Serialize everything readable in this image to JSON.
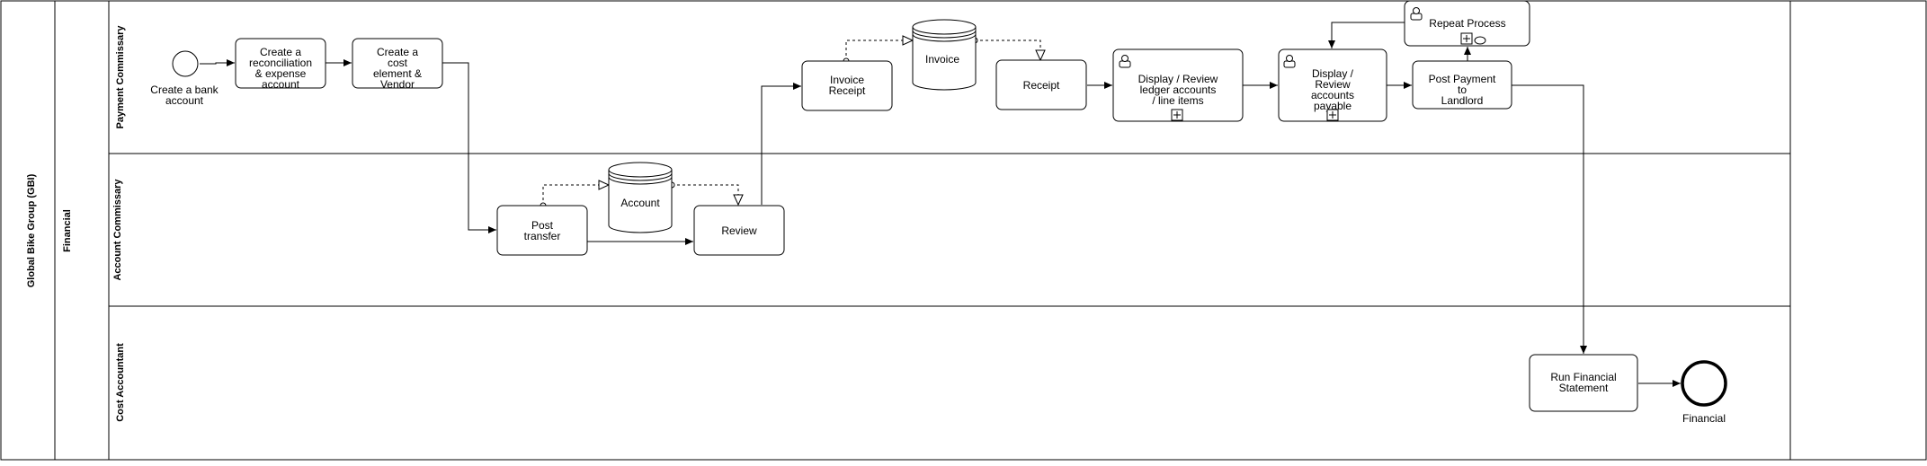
{
  "pool": {
    "name": "Global Bike Group (GBI)",
    "group": "Financial",
    "lanes": [
      {
        "id": "lane-payment",
        "label": "Payment Commissary"
      },
      {
        "id": "lane-account",
        "label": "Account Commissary"
      },
      {
        "id": "lane-cost",
        "label": "Cost Accountant"
      }
    ]
  },
  "events": {
    "start_label": [
      "Create a bank",
      "account"
    ],
    "end_label": [
      "Financial"
    ]
  },
  "tasks": [
    {
      "id": "t-reconcile",
      "lines": [
        "Create a",
        "reconciliation",
        "& expense",
        "account"
      ]
    },
    {
      "id": "t-cost-element",
      "lines": [
        "Create a",
        "cost",
        "element &",
        "Vendor"
      ]
    },
    {
      "id": "t-post-transfer",
      "lines": [
        "Post",
        "transfer"
      ]
    },
    {
      "id": "t-review",
      "lines": [
        "Review"
      ]
    },
    {
      "id": "t-invoice-receipt",
      "lines": [
        "Invoice",
        "Receipt"
      ]
    },
    {
      "id": "t-receipt",
      "lines": [
        "Receipt"
      ]
    },
    {
      "id": "t-ledger",
      "lines": [
        "Display / Review",
        "ledger accounts",
        "/ line items"
      ]
    },
    {
      "id": "t-payable",
      "lines": [
        "Display /",
        "Review",
        "accounts",
        "payable"
      ]
    },
    {
      "id": "t-post-payment",
      "lines": [
        "Post Payment",
        "to",
        "Landlord"
      ]
    },
    {
      "id": "t-repeat",
      "lines": [
        "Repeat Process"
      ]
    },
    {
      "id": "t-statement",
      "lines": [
        "Run Financial",
        "Statement"
      ]
    }
  ],
  "data_stores": [
    {
      "id": "ds-invoice",
      "label": "Invoice"
    },
    {
      "id": "ds-account",
      "label": "Account"
    }
  ],
  "colors": {
    "stroke": "#000000",
    "fill": "#ffffff"
  }
}
